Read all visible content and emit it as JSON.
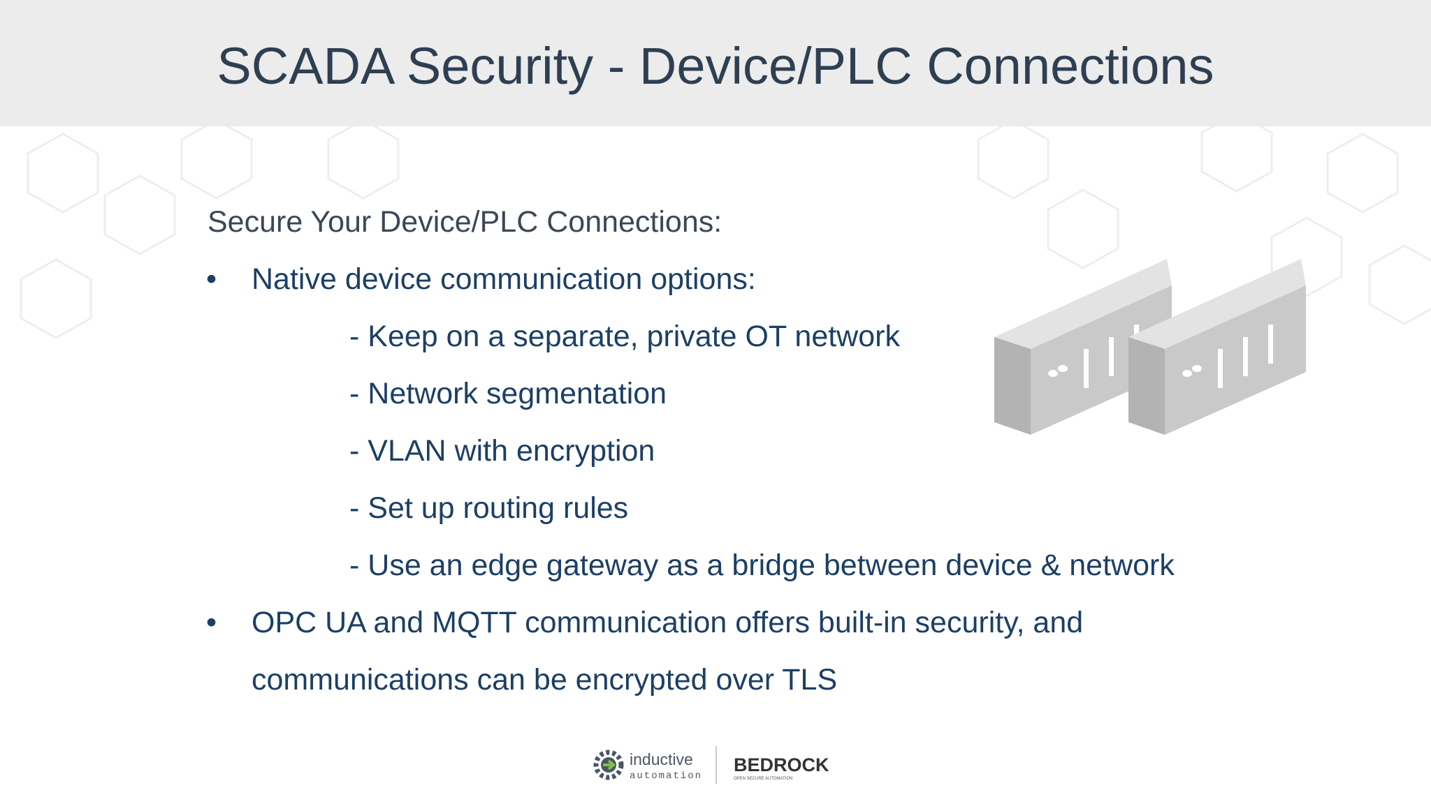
{
  "slide": {
    "title": "SCADA Security - Device/PLC Connections",
    "intro": "Secure Your Device/PLC Connections:",
    "bullet_glyph": "•",
    "bullets": [
      {
        "text": "Native device communication options:",
        "sub_items": [
          "- Keep on a separate, private OT network",
          "- Network segmentation",
          "- VLAN with encryption",
          "- Set up routing rules",
          "- Use an edge gateway as a bridge between device & network"
        ]
      },
      {
        "text_line1": "OPC UA and MQTT communication offers built-in security, and",
        "text_line2": "communications can be encrypted over TLS"
      }
    ]
  },
  "illustration": {
    "name": "plc-devices-icon",
    "colors": {
      "top": "#e3e3e3",
      "front": "#c9c9c9",
      "side": "#b3b3b3",
      "slot": "#ffffff"
    }
  },
  "footer": {
    "logo1_line1": "inductive",
    "logo1_line2": "automation",
    "logo2": "BEDROCK",
    "logo2_sub": "OPEN SECURE AUTOMATION"
  },
  "colors": {
    "title_bar": "#ececec",
    "title_text": "#2e3f52",
    "body_text": "#1c3f66",
    "intro_text": "#3b4756"
  }
}
